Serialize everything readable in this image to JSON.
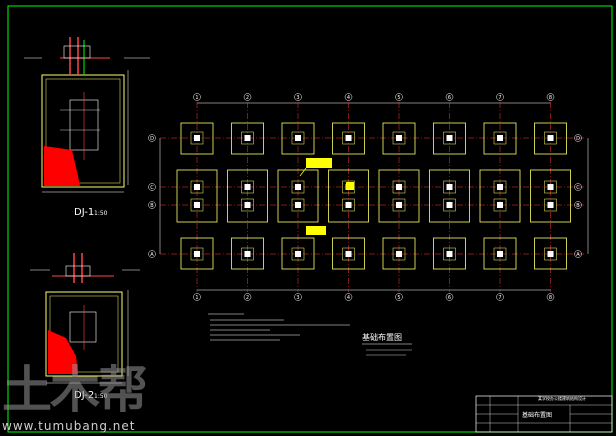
{
  "drawing": {
    "detail_1": {
      "label": "DJ-1",
      "scale": "1:50"
    },
    "detail_2": {
      "label": "DJ-2",
      "scale": "1:50"
    },
    "plan_title": "基础布置图",
    "title_block": {
      "drawing_name": "基础布置图",
      "project_name": "某学校办公楼建筑结构设计"
    }
  },
  "grid": {
    "column_axes": [
      "1",
      "2",
      "3",
      "4",
      "5",
      "6",
      "7",
      "8"
    ],
    "row_axes": [
      "D",
      "C",
      "B",
      "A"
    ]
  },
  "watermark": {
    "logo_text": "土木帮",
    "url": "www.tumubang.net"
  },
  "colors": {
    "background": "#000000",
    "border": "#00ff00",
    "footing": "#ffff66",
    "column": "#ffffff",
    "axis": "#ff3333",
    "rebar": "#ff0000",
    "text": "#ffffff",
    "annotation": "#ffff00"
  }
}
